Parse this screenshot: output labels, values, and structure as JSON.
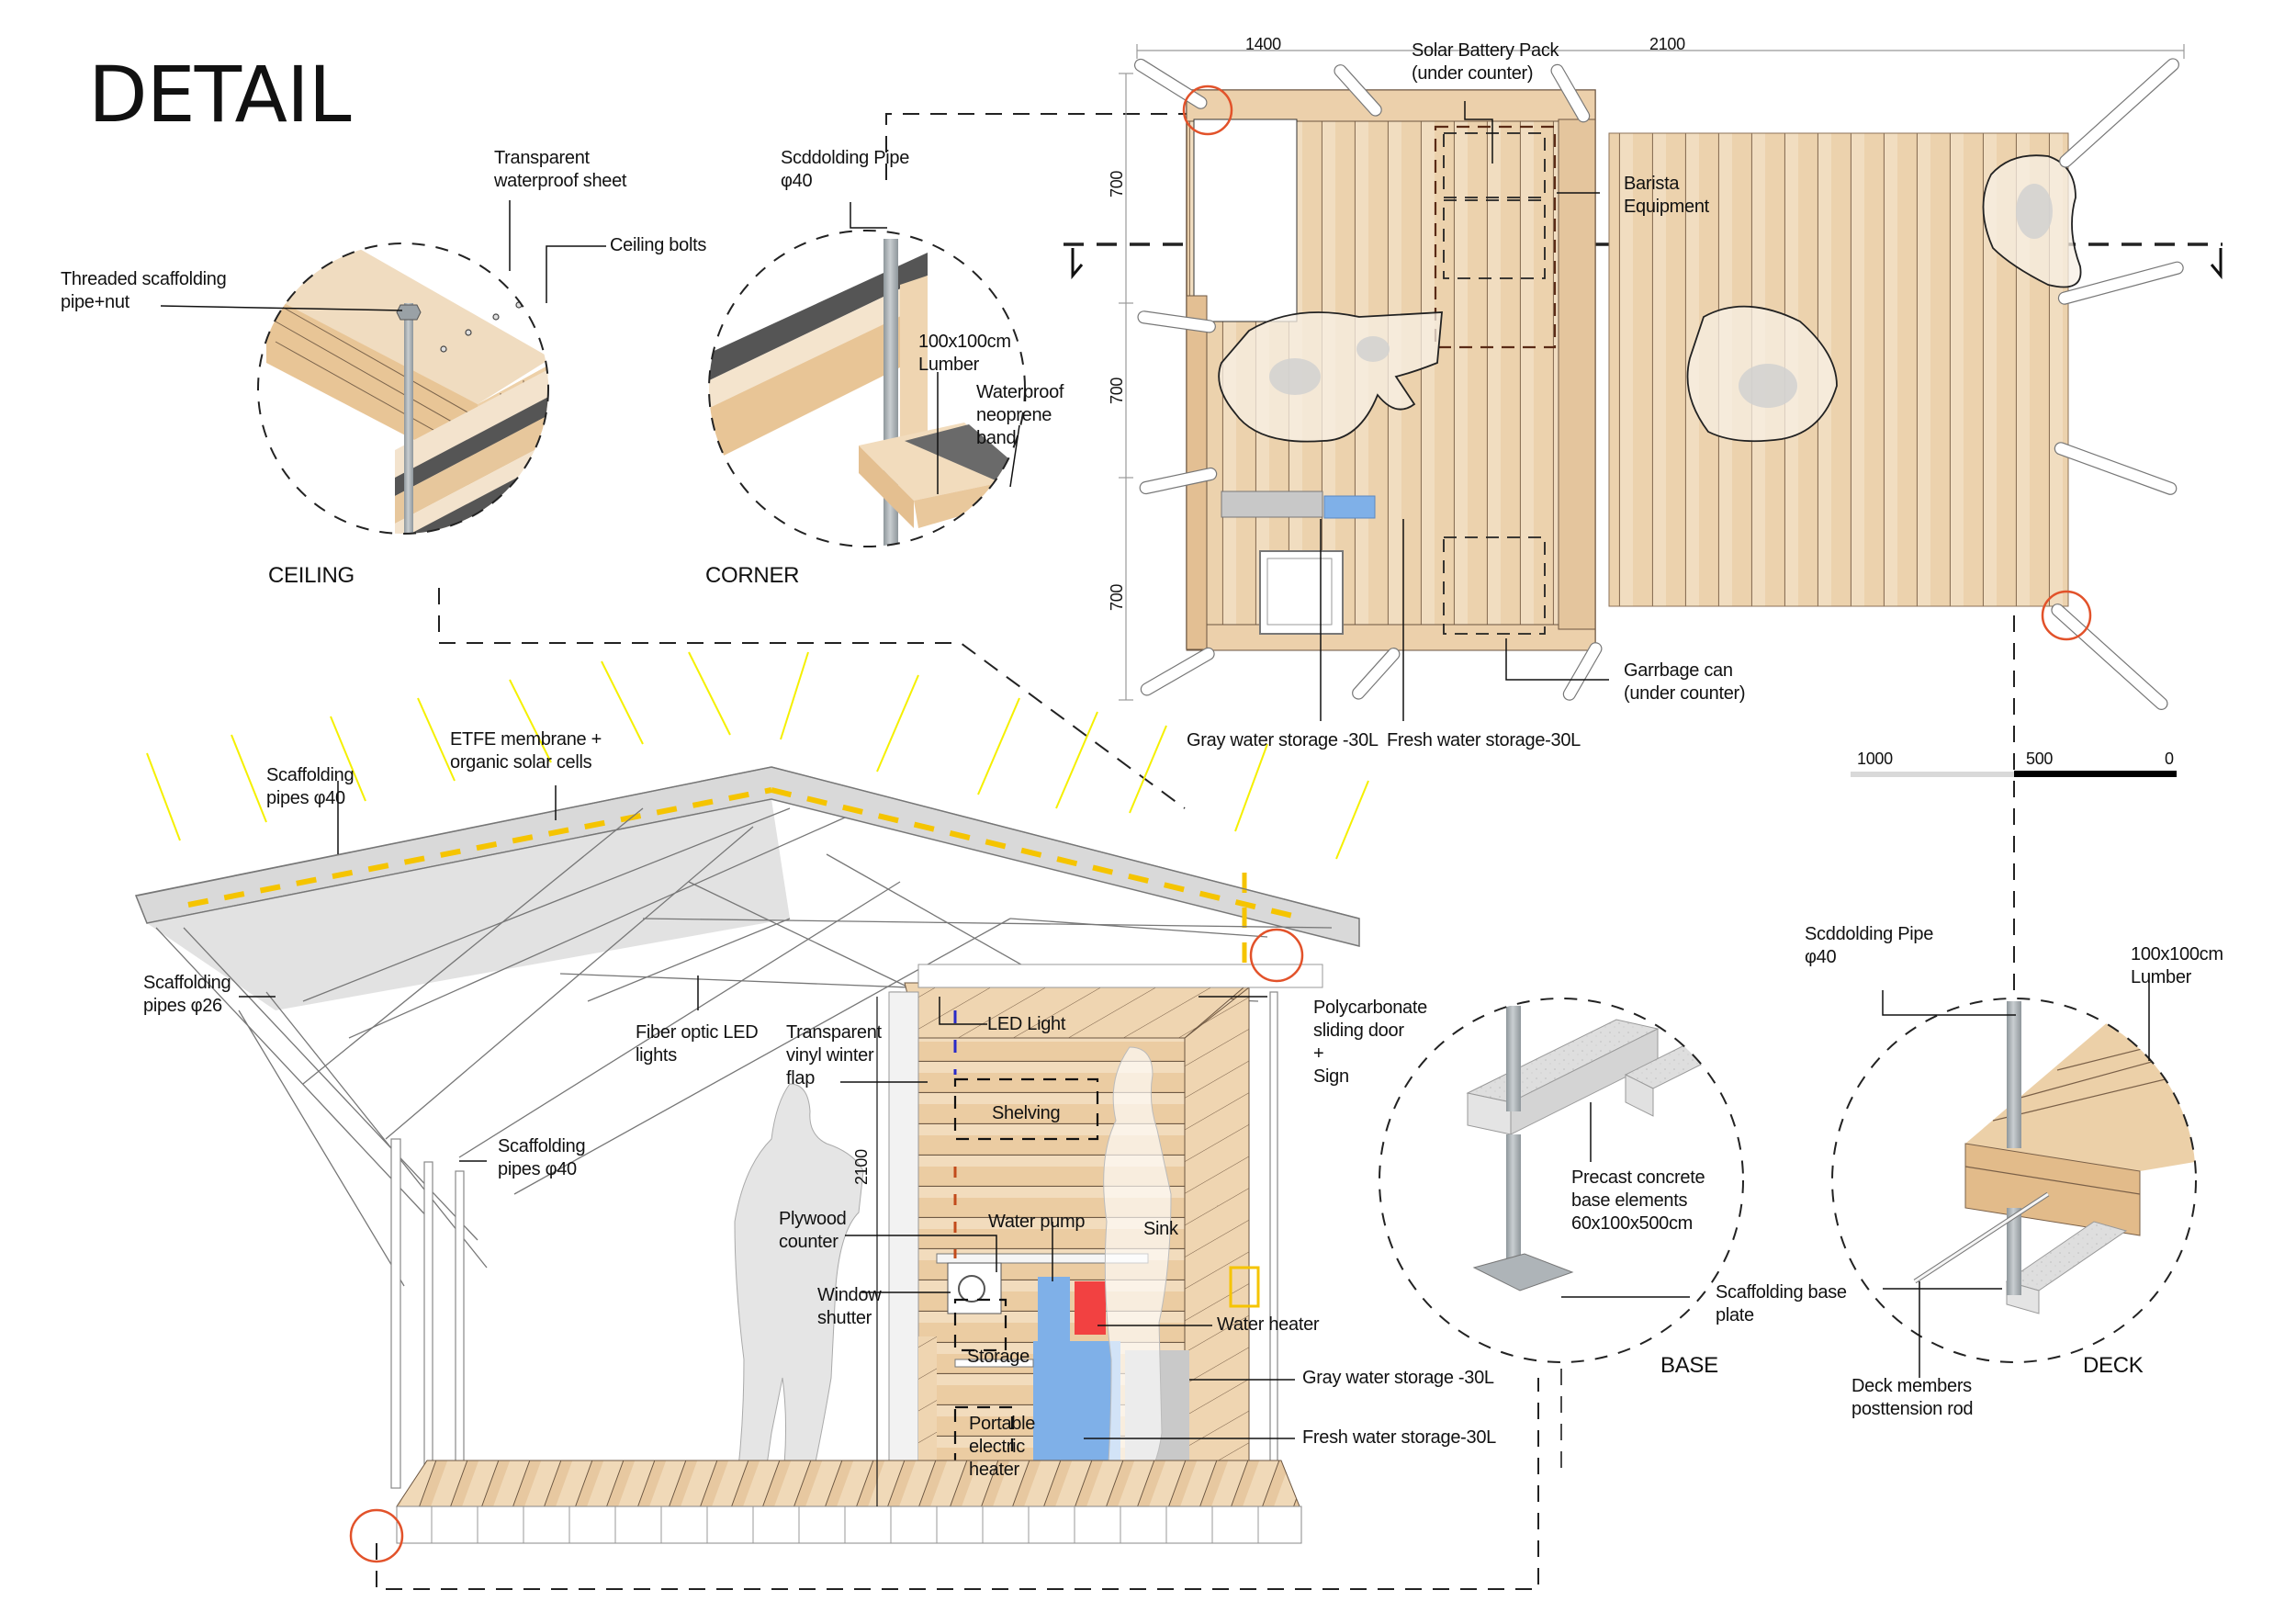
{
  "title": "DETAIL",
  "colors": {
    "wood": "#e9cba4",
    "wood_dark": "#d8b187",
    "steel": "#b9bfc3",
    "concrete": "#dcdcdc",
    "membrane": "#d6d6d6",
    "solar_arrow": "#f5f000",
    "solar_dash": "#f5c400",
    "highlight_circle": "#e2522a",
    "fresh_water": "#7fb0e8",
    "water_heater": "#f24141",
    "neoprene": "#6e6e6e"
  },
  "details": {
    "ceiling": {
      "caption": "CEILING",
      "labels": [
        "Transparent\nwaterproof sheet",
        "Ceiling bolts",
        "Threaded scaffolding\npipe+nut"
      ]
    },
    "corner": {
      "caption": "CORNER",
      "labels": [
        "Scddolding Pipe\nφ40",
        "100x100cm\nLumber",
        "Waterproof\nneoprene\nband"
      ]
    },
    "base": {
      "caption": "BASE",
      "labels": [
        "Precast concrete\nbase elements\n60x100x500cm",
        "Scaffolding base\nplate"
      ]
    },
    "deck": {
      "caption": "DECK",
      "labels": [
        "Scddolding Pipe\nφ40",
        "100x100cm\nLumber",
        "Deck members\nposttension rod"
      ]
    }
  },
  "plan": {
    "dimensions": {
      "top": [
        "1400",
        "2100"
      ],
      "left": [
        "700",
        "700",
        "700"
      ]
    },
    "labels": {
      "solar_battery": "Solar Battery Pack\n(under counter)",
      "barista": "Barista\nEquipment",
      "garbage": "Garrbage can\n(under counter)",
      "gray_water": "Gray water storage -30L",
      "fresh_water": "Fresh water storage-30L"
    },
    "scale_bar": [
      "1000",
      "500",
      "0"
    ]
  },
  "section": {
    "roof_labels": {
      "etfe": "ETFE membrane +\norganic solar cells",
      "pipes40_top": "Scaffolding\npipes φ40",
      "pipes26": "Scaffolding\npipes φ26",
      "pipes40_bottom": "Scaffolding\npipes φ40",
      "fiber_led": "Fiber optic LED\nlights"
    },
    "kiosk_labels": {
      "vinyl_flap": "Transparent\nvinyl winter\nflap",
      "led_light": "LED Light",
      "shelving": "Shelving",
      "height_dim": "2100",
      "plywood_counter": "Plywood\ncounter",
      "water_pump": "Water pump",
      "sink": "Sink",
      "window_shutter": "Window\nshutter",
      "storage": "Storage",
      "portable_heater": "Portable\nelectric\nheater",
      "polycarbonate": "Polycarbonate\nsliding door\n+\nSign",
      "water_heater": "Water heater",
      "gray_water": "Gray water storage -30L",
      "fresh_water": "Fresh water storage-30L"
    }
  }
}
